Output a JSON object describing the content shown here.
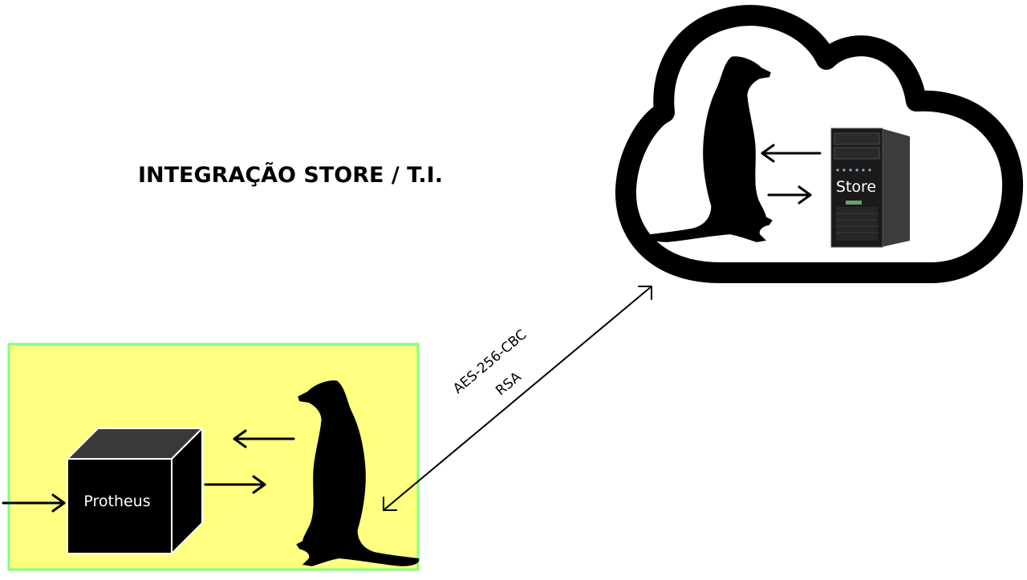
{
  "diagram": {
    "title": "INTEGRAÇÃO STORE / T.I.",
    "nodes": {
      "protheus": {
        "label": "Protheus"
      },
      "store": {
        "label": "Store"
      }
    },
    "connection": {
      "label_line1": "AES-256-CBC",
      "label_line2": "RSA"
    },
    "colors": {
      "local_zone_fill": "#ffff80",
      "local_zone_border": "#80ff80",
      "cloud_outline": "#000000",
      "server_body": "#1a1a1a",
      "protheus_box": "#000000"
    },
    "icons": [
      "cloud-icon",
      "meerkat-icon",
      "server-icon",
      "cube-icon"
    ]
  }
}
